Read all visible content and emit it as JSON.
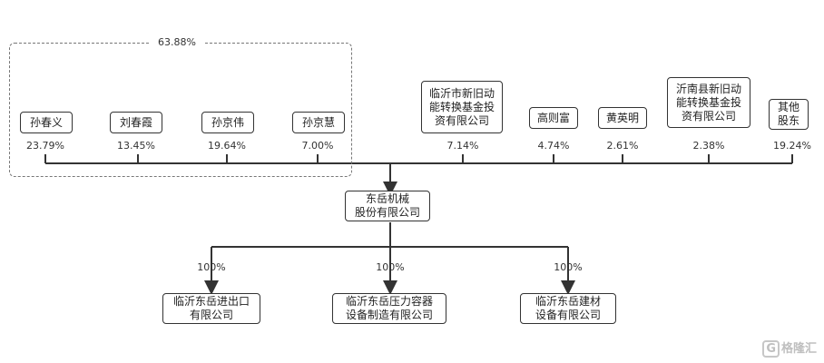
{
  "group": {
    "total_pct": "63.88%"
  },
  "shareholders": [
    {
      "name": "孙春义",
      "pct": "23.79%"
    },
    {
      "name": "刘春霞",
      "pct": "13.45%"
    },
    {
      "name": "孙京伟",
      "pct": "19.64%"
    },
    {
      "name": "孙京慧",
      "pct": "7.00%"
    },
    {
      "name": "临沂市新旧动\n能转换基金投\n资有限公司",
      "pct": "7.14%"
    },
    {
      "name": "高则富",
      "pct": "4.74%"
    },
    {
      "name": "黄英明",
      "pct": "2.61%"
    },
    {
      "name": "沂南县新旧动\n能转换基金投\n资有限公司",
      "pct": "2.38%"
    },
    {
      "name": "其他\n股东",
      "pct": "19.24%"
    }
  ],
  "company": {
    "name": "东岳机械\n股份有限公司"
  },
  "subsidiaries": [
    {
      "name": "临沂东岳进出口\n有限公司",
      "pct": "100%"
    },
    {
      "name": "临沂东岳压力容器\n设备制造有限公司",
      "pct": "100%"
    },
    {
      "name": "临沂东岳建材\n设备有限公司",
      "pct": "100%"
    }
  ],
  "watermark": {
    "logo": "G",
    "text": "格隆汇"
  }
}
